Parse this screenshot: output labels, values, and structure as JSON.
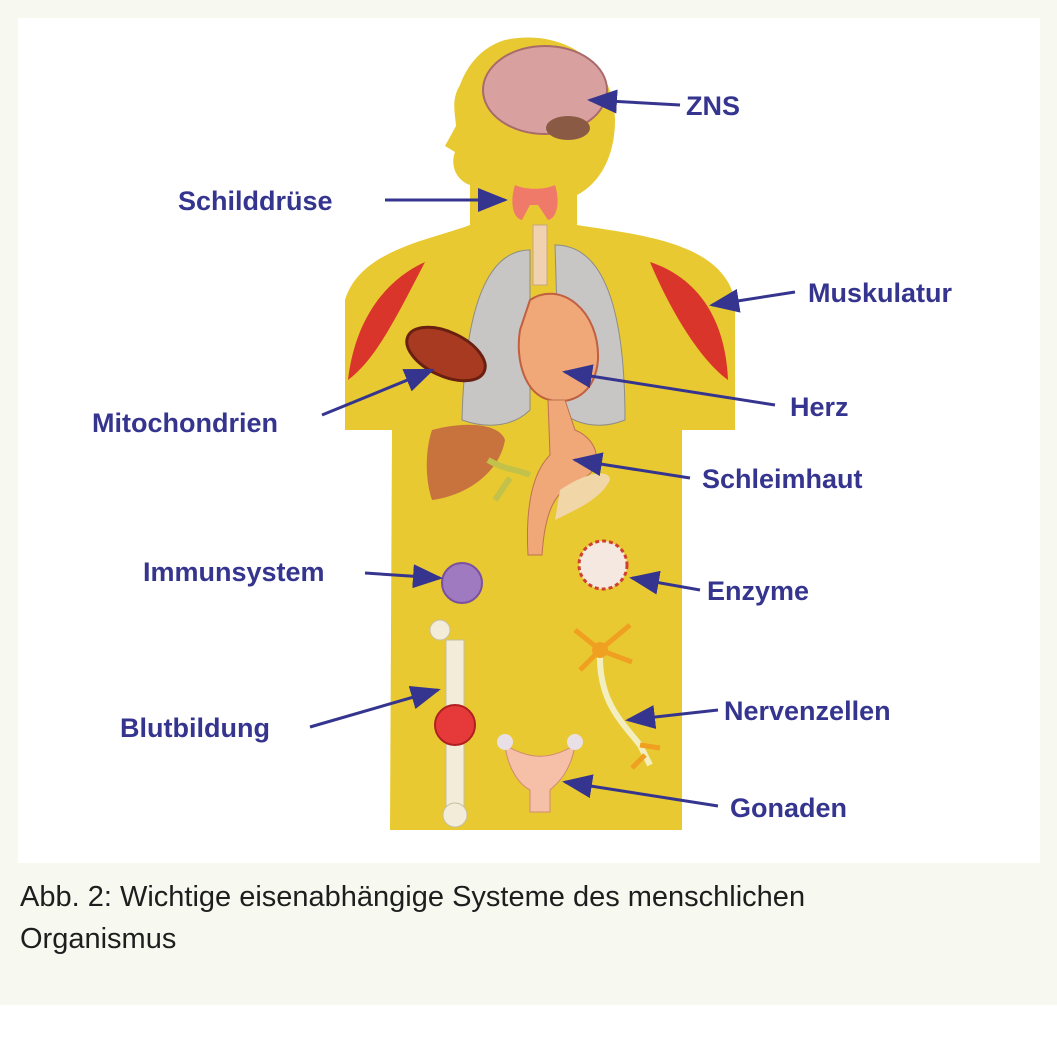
{
  "labels": {
    "zns": "ZNS",
    "schilddruese": "Schilddrüse",
    "muskulatur": "Muskulatur",
    "mitochondrien": "Mitochondrien",
    "herz": "Herz",
    "schleimhaut": "Schleimhaut",
    "immunsystem": "Immunsystem",
    "enzyme": "Enzyme",
    "blutbildung": "Blutbildung",
    "nervenzellen": "Nervenzellen",
    "gonaden": "Gonaden"
  },
  "caption": {
    "line1": "Abb. 2: Wichtige eisenabhängige Systeme des menschlichen",
    "line2": "Organismus"
  },
  "colors": {
    "body": "#e9c931",
    "label": "#35358f"
  }
}
